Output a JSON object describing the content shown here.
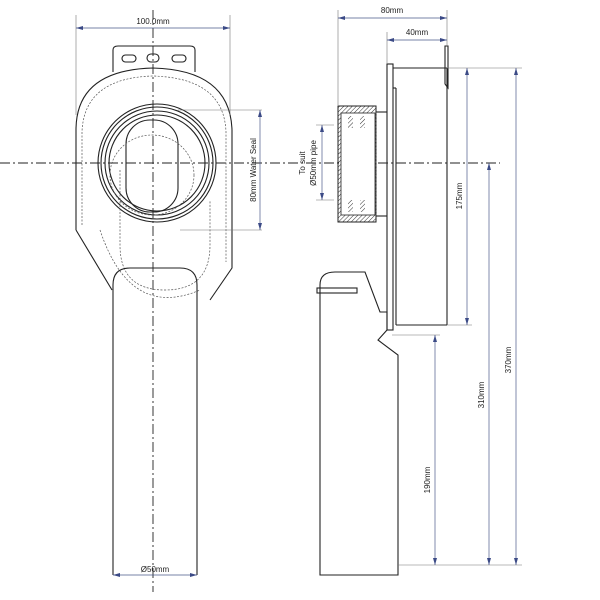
{
  "labels": {
    "width_front": "100.0mm",
    "water_seal": "80mm Water Seal",
    "outlet_dia": "Ø50mm",
    "depth_total": "80mm",
    "depth_box": "40mm",
    "inlet_suit_1": "To suit",
    "inlet_suit_2": "Ø50mm pipe",
    "height_box": "175mm",
    "height_total": "370mm",
    "height_center": "310mm",
    "height_outlet": "190mm"
  },
  "colors": {
    "dimension": "#3b4a86",
    "line": "#222222"
  }
}
